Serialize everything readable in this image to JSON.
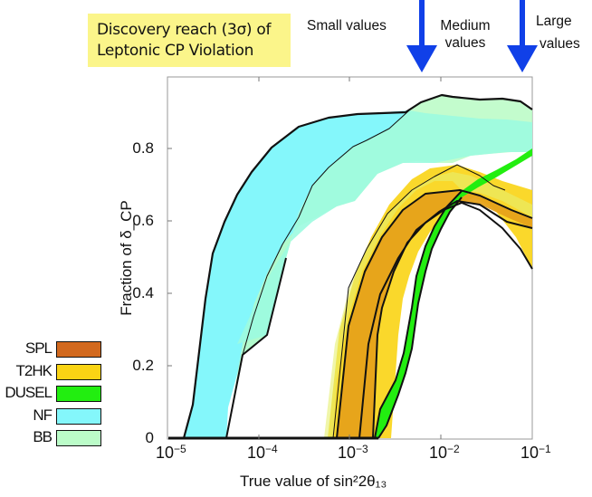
{
  "title": {
    "line1": "Discovery reach (3σ) of",
    "line2": "Leptonic CP Violation"
  },
  "annotations": {
    "small": "Small values",
    "medium_1": "Medium",
    "medium_2": "values",
    "large_1": "Large",
    "large_2": "values",
    "arrow_color": "#1040e8"
  },
  "axes": {
    "xlabel": "True value of sin²2θ₁₃",
    "ylabel": "Fraction of δ_CP",
    "xticks": [
      {
        "base": "10",
        "exp": "−5"
      },
      {
        "base": "10",
        "exp": "−4"
      },
      {
        "base": "10",
        "exp": "−3"
      },
      {
        "base": "10",
        "exp": "−2"
      },
      {
        "base": "10",
        "exp": "−1"
      }
    ],
    "yticks": [
      "0",
      "0.2",
      "0.4",
      "0.6",
      "0.8"
    ]
  },
  "legend": [
    {
      "label": "SPL",
      "color": "#d2691e"
    },
    {
      "label": "T2HK",
      "color": "#fad414"
    },
    {
      "label": "DUSEL",
      "color": "#22ee10"
    },
    {
      "label": "NF",
      "color": "#84f7fb"
    },
    {
      "label": "BB",
      "color": "#bbfcc8"
    }
  ],
  "chart_data": {
    "type": "area",
    "title": "Discovery reach (3σ) of Leptonic CP Violation",
    "xlabel": "True value of sin^2 2θ13",
    "ylabel": "Fraction of δCP",
    "xscale": "log",
    "xlim": [
      1e-05,
      0.1
    ],
    "ylim": [
      0,
      1
    ],
    "legend_position": "left-outside",
    "annotations": [
      "Small values (arrow at ~5e-3)",
      "Medium values",
      "Large values (arrow at ~1e-1)"
    ],
    "series": [
      {
        "name": "NF",
        "kind": "band",
        "x": [
          1.4e-05,
          2e-05,
          3e-05,
          5e-05,
          0.0001,
          0.0002,
          0.0005,
          0.001,
          0.002,
          0.005
        ],
        "upper": [
          0,
          0.14,
          0.45,
          0.63,
          0.78,
          0.86,
          0.88,
          0.89,
          0.9,
          0.91
        ],
        "lower": [
          0,
          0,
          0,
          0.05,
          0.42,
          0.63,
          0.78,
          0.85,
          0.88,
          0.91
        ]
      },
      {
        "name": "BB",
        "kind": "band",
        "x": [
          4e-05,
          0.0001,
          0.0003,
          0.001,
          0.003,
          0.01,
          0.03,
          0.1
        ],
        "upper": [
          0,
          0.45,
          0.74,
          0.84,
          0.9,
          0.94,
          0.94,
          0.91
        ],
        "lower": [
          0,
          0.25,
          0.47,
          0.57,
          0.63,
          0.7,
          0.75,
          0.78
        ]
      },
      {
        "name": "T2HK",
        "kind": "band",
        "x": [
          0.00055,
          0.0007,
          0.001,
          0.002,
          0.005,
          0.01,
          0.02,
          0.05,
          0.1
        ],
        "upper": [
          0,
          0.2,
          0.37,
          0.55,
          0.67,
          0.7,
          0.7,
          0.66,
          0.63
        ],
        "lower": [
          0,
          0,
          0,
          0.1,
          0.5,
          0.63,
          0.66,
          0.55,
          0.47
        ]
      },
      {
        "name": "SPL",
        "kind": "band",
        "x": [
          0.00065,
          0.0008,
          0.001,
          0.002,
          0.005,
          0.01,
          0.017,
          0.05,
          0.1
        ],
        "upper": [
          0,
          0.15,
          0.3,
          0.5,
          0.63,
          0.67,
          0.68,
          0.65,
          0.61
        ],
        "lower": [
          0,
          0,
          0.08,
          0.4,
          0.6,
          0.65,
          0.68,
          0.6,
          0.57
        ]
      },
      {
        "name": "DUSEL",
        "kind": "band",
        "x": [
          0.0017,
          0.002,
          0.003,
          0.005,
          0.01,
          0.02,
          0.05,
          0.1
        ],
        "upper": [
          0,
          0.06,
          0.3,
          0.5,
          0.63,
          0.7,
          0.76,
          0.8
        ],
        "lower": [
          0,
          0,
          0.22,
          0.45,
          0.6,
          0.68,
          0.74,
          0.78
        ]
      }
    ]
  }
}
